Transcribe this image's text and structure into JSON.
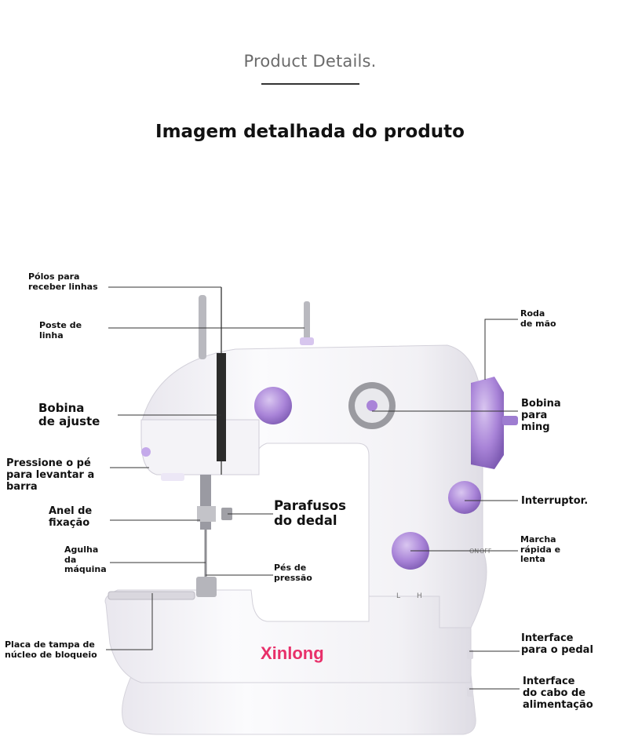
{
  "header": {
    "kicker": "Product Details.",
    "headline": "Imagem detalhada do produto"
  },
  "brand": "Xinlong",
  "dial_marks": {
    "switch": [
      "ON",
      "OFF"
    ],
    "speed": [
      "L",
      "H"
    ]
  },
  "callouts": [
    {
      "id": "thread-poles",
      "text": "Pólos para\nreceber linhas"
    },
    {
      "id": "spool-post",
      "text": "Poste de\nlinha"
    },
    {
      "id": "adjust-bobbin",
      "text": "Bobina\nde ajuste"
    },
    {
      "id": "presser-lever",
      "text": "Pressione o pé\npara levantar a\nbarra"
    },
    {
      "id": "fixing-ring",
      "text": "Anel de\nfixação"
    },
    {
      "id": "needle",
      "text": "Agulha\nda\nmáquina"
    },
    {
      "id": "thimble-screws",
      "text": "Parafusos\ndo dedal"
    },
    {
      "id": "presser-feet",
      "text": "Pés de\npressão"
    },
    {
      "id": "bobbin-cover",
      "text": "Placa de tampa de\nnúcleo de bloqueio"
    },
    {
      "id": "hand-wheel",
      "text": "Roda\nde mão"
    },
    {
      "id": "winding-bobbin",
      "text": "Bobina\npara\nming"
    },
    {
      "id": "power-switch",
      "text": "Interruptor."
    },
    {
      "id": "speed-control",
      "text": "Marcha\nrápida e\nlenta"
    },
    {
      "id": "pedal-port",
      "text": "Interface\npara o pedal"
    },
    {
      "id": "power-port",
      "text": "Interface\ndo cabo de\nalimentação"
    }
  ],
  "colors": {
    "body": "#f7f6f9",
    "accent": "#a984d8",
    "brand": "#e8306a",
    "leader": "#333333"
  }
}
